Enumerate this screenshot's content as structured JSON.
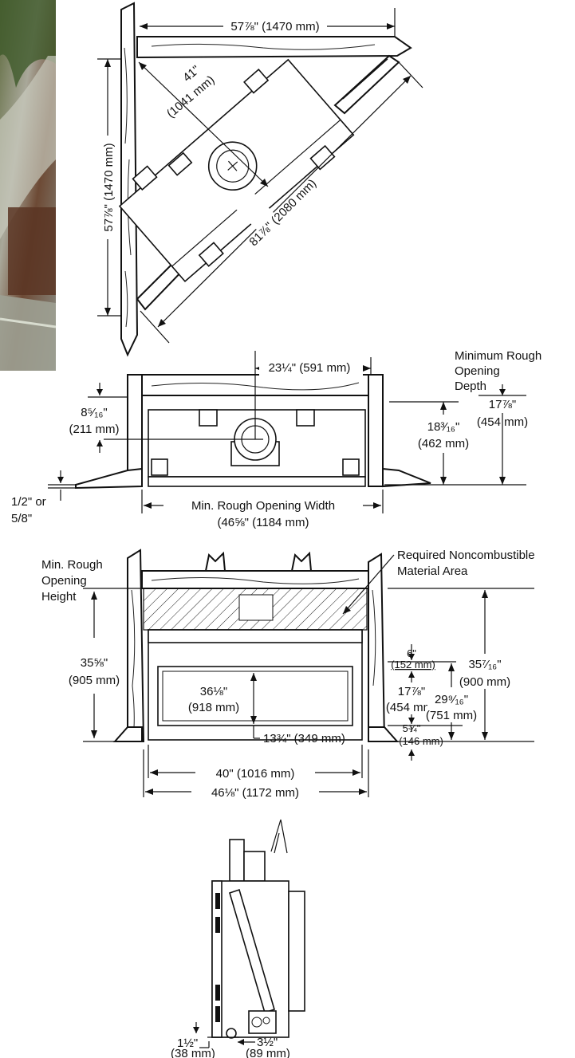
{
  "top_view": {
    "width_label": "57⅞\" (1470 mm)",
    "height_label": "57⅞\" (1470 mm)",
    "depth_in": "41\"",
    "depth_mm": "(1041 mm)",
    "diag_label": "81⅞\" (2080 mm)"
  },
  "plan_view": {
    "center_label": "23¼\" (591 mm)",
    "min_depth_title_1": "Minimum Rough",
    "min_depth_title_2": "Opening",
    "min_depth_title_3": "Depth",
    "left_in": "8⁵⁄₁₆\"",
    "left_mm": "(211 mm)",
    "depth_in": "18³⁄₁₆\"",
    "depth_mm": "(462 mm)",
    "right_in": "17⅞\"",
    "right_mm": "(454 mm)",
    "shim_1": "1/2\" or",
    "shim_2": "5/8\"",
    "width_title": "Min. Rough Opening Width",
    "width_value": "(46⅝\" (1184 mm)"
  },
  "front_view": {
    "noncomb_1": "Required Noncombustible",
    "noncomb_2": "Material Area",
    "min_h_1": "Min. Rough",
    "min_h_2": "Opening",
    "min_h_3": "Height",
    "left_in": "35⅝\"",
    "left_mm": "(905 mm)",
    "inner_in": "36⅛\"",
    "inner_mm": "(918 mm)",
    "bottom_label": "13¾\" (349 mm)",
    "top_gap_in": "6\"",
    "top_gap_mm": "(152 mm)",
    "mid_in": "17⅞\"",
    "mid_mm": "(454 mm)",
    "total_in": "29⁹⁄₁₆\"",
    "total_mm": "(751 mm)",
    "right_in": "35⁷⁄₁₆\"",
    "right_mm": "(900 mm)",
    "base_in": "5¾\"",
    "base_mm": "(146 mm)",
    "width_inner": "40\" (1016 mm)",
    "width_outer": "46⅛\" (1172 mm)"
  },
  "side_view": {
    "left_in": "1½\"",
    "left_mm": "(38 mm)",
    "right_in": "3½\"",
    "right_mm": "(89 mm)"
  }
}
